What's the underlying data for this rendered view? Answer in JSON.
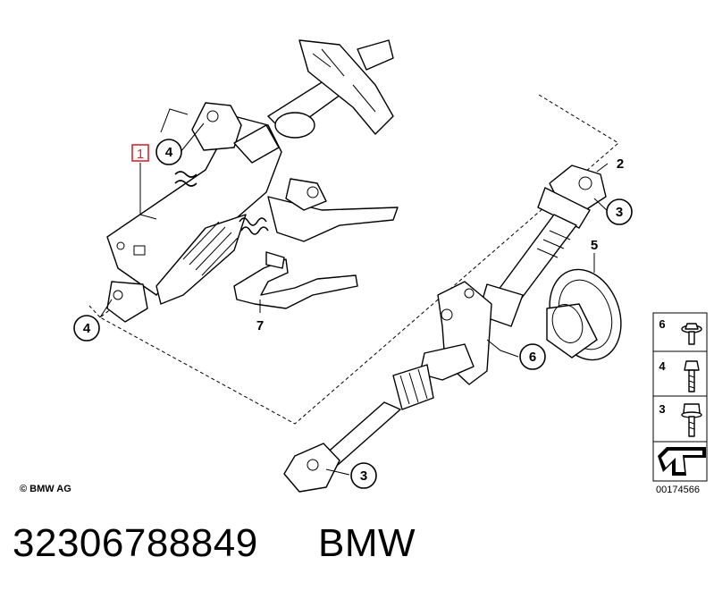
{
  "diagram": {
    "callouts": [
      {
        "id": "1",
        "label": "1",
        "highlighted": true
      },
      {
        "id": "4a",
        "label": "4"
      },
      {
        "id": "4b",
        "label": "4"
      },
      {
        "id": "7",
        "label": "7"
      },
      {
        "id": "2",
        "label": "2"
      },
      {
        "id": "3a",
        "label": "3"
      },
      {
        "id": "5",
        "label": "5"
      },
      {
        "id": "6",
        "label": "6"
      },
      {
        "id": "3b",
        "label": "3"
      }
    ],
    "legend": [
      {
        "label": "6",
        "icon": "washer-screw-icon"
      },
      {
        "label": "4",
        "icon": "hex-bolt-icon"
      },
      {
        "label": "3",
        "icon": "flange-bolt-icon"
      }
    ],
    "highlight_color": "#d9272e",
    "copyright": "© BMW AG",
    "diagram_number": "00174566"
  },
  "footer": {
    "part_number": "32306788849",
    "brand": "BMW"
  }
}
